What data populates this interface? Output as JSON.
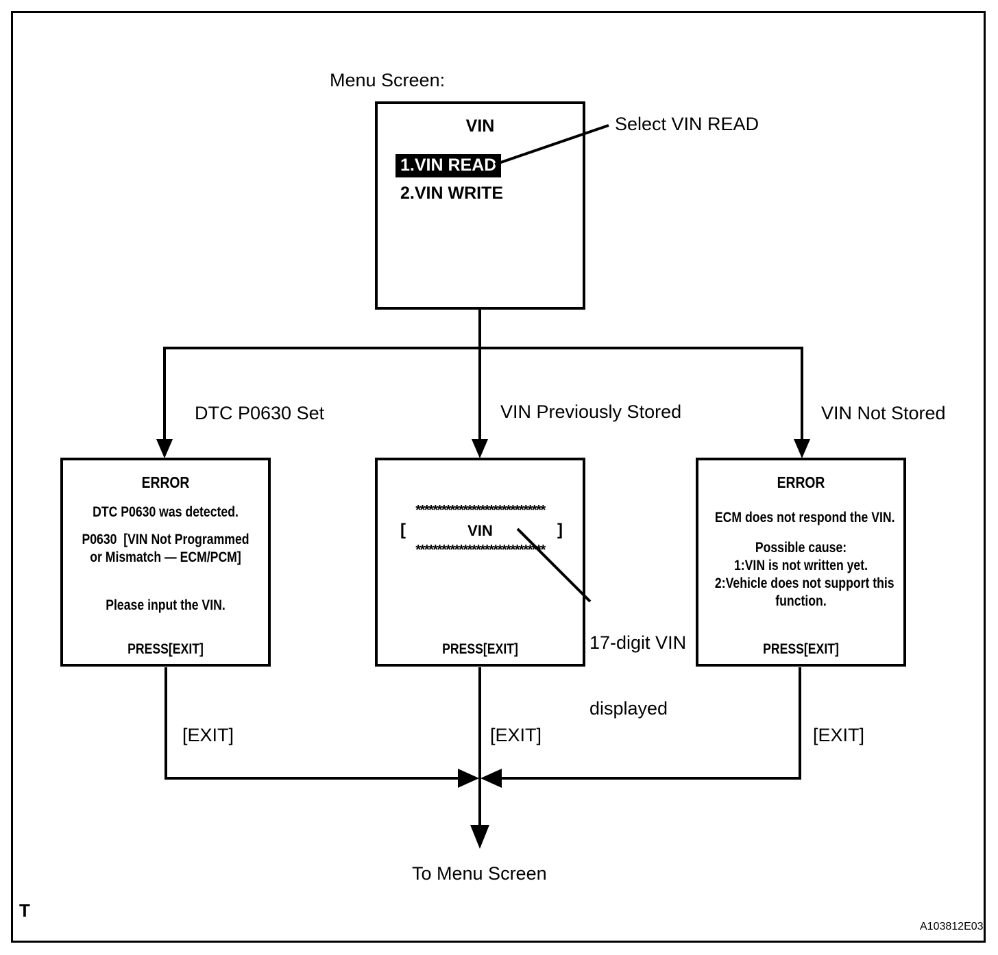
{
  "diagram": {
    "menu_screen_label": "Menu Screen:",
    "menu_box": {
      "title": "VIN",
      "items": [
        {
          "label": "1.VIN READ",
          "highlighted": true
        },
        {
          "label": "2.VIN WRITE",
          "highlighted": false
        }
      ]
    },
    "select_annotation": "Select VIN READ",
    "branch_labels": [
      "DTC P0630 Set",
      "VIN Previously Stored",
      "VIN Not Stored"
    ],
    "dtc_error_box": {
      "title": "ERROR",
      "lines": [
        "DTC P0630 was detected.",
        "P0630  [VIN Not Programmed",
        "or Mismatch — ECM/PCM]",
        "Please input the VIN."
      ],
      "press_label": "PRESS[EXIT]"
    },
    "vin_display_box": {
      "stars_top": "******************************",
      "bracket_left": "[",
      "label": "VIN",
      "bracket_right": "]",
      "stars_bottom": "******************************",
      "press_label": "PRESS[EXIT]"
    },
    "ecm_error_box": {
      "title": "ERROR",
      "lines": [
        "ECM does not respond the VIN.",
        "Possible cause:",
        "1:VIN is not written yet.",
        "2:Vehicle does not support this",
        "function."
      ],
      "press_label": "PRESS[EXIT]"
    },
    "vin_annotation": {
      "line1": "17-digit VIN",
      "line2": "displayed"
    },
    "exit_labels": [
      "[EXIT]",
      "[EXIT]",
      "[EXIT]"
    ],
    "to_menu_label": "To Menu Screen",
    "footer_left": "T",
    "figure_code": "A103812E03",
    "colors": {
      "line": "#000000",
      "background": "#ffffff",
      "highlight_bg": "#000000",
      "highlight_text": "#ffffff"
    }
  }
}
